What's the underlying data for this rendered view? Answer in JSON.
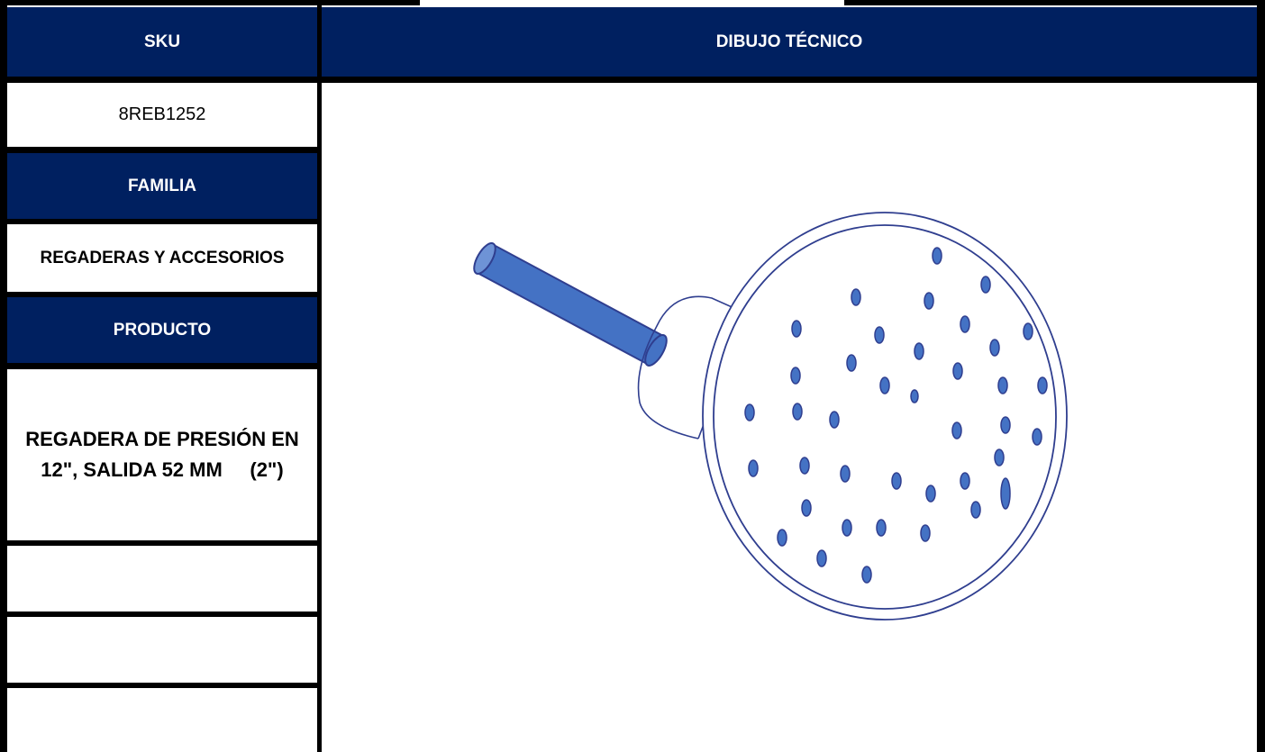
{
  "header": {
    "sku_label": "SKU",
    "drawing_label": "DIBUJO TÉCNICO"
  },
  "sku": {
    "value": "8REB1252"
  },
  "familia": {
    "label": "FAMILIA",
    "value": "REGADERAS Y ACCESORIOS"
  },
  "producto": {
    "label": "PRODUCTO",
    "value": "REGADERA DE PRESIÓN EN\n12\", SALIDA 52 MM     (2\")"
  },
  "empty_rows": [
    "",
    "",
    ""
  ],
  "drawing": {
    "icon": "shower-head-icon",
    "colors": {
      "body_stroke": "#2F3E8F",
      "pipe_fill": "#4472C4",
      "nozzle_fill": "#4472C4",
      "header_bg": "#002060"
    }
  }
}
